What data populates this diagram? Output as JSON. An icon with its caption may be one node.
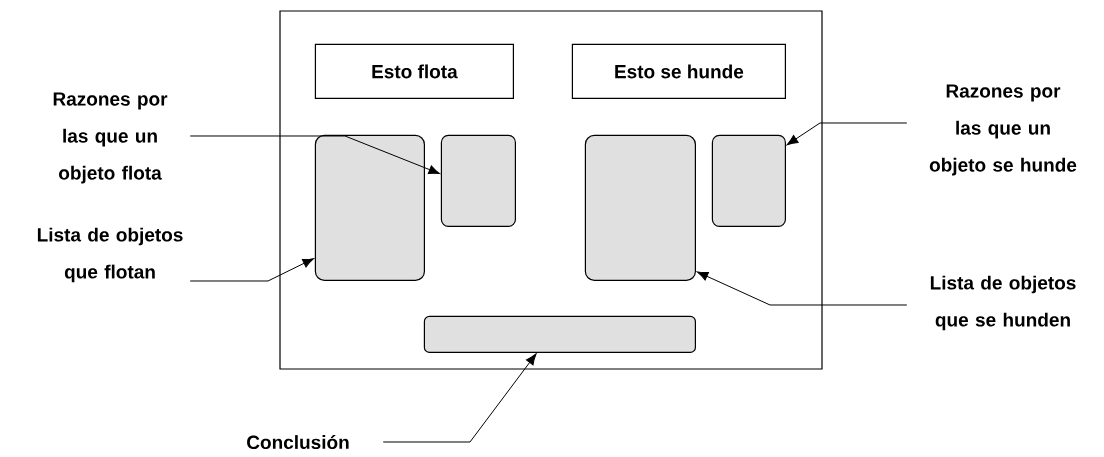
{
  "diagram": {
    "nodes": [
      {
        "text": [],
        "shape": "box"
      },
      {
        "text": [
          "Esto flota"
        ],
        "in": 0
      },
      {
        "text": [
          "Esto se hunde"
        ],
        "in": 0
      },
      {
        "text": [],
        "shape": "box",
        "in": 0
      },
      {
        "text": [],
        "shape": "box",
        "in": 0
      },
      {
        "text": [],
        "shape": "box",
        "in": 0
      },
      {
        "text": [],
        "shape": "box",
        "in": 0
      },
      {
        "text": [],
        "shape": "box",
        "in": 0
      },
      {
        "text": [
          "Razones por las que un objeto flota"
        ]
      },
      {
        "text": [
          "Lista de objetos que flotan"
        ]
      },
      {
        "text": [
          "Razones por las que un objeto se hunde"
        ]
      },
      {
        "text": [
          "Lista de objetos que se hunden"
        ]
      },
      {
        "text": [
          "Conclusión"
        ]
      }
    ],
    "edges": [
      {
        "from": 8,
        "to": 4,
        "arrow": "to"
      },
      {
        "from": 9,
        "to": 3,
        "arrow": "to"
      },
      {
        "from": 10,
        "to": 6,
        "arrow": "to"
      },
      {
        "from": 11,
        "to": 5,
        "arrow": "to"
      },
      {
        "from": 12,
        "to": 7,
        "arrow": "to"
      }
    ]
  }
}
